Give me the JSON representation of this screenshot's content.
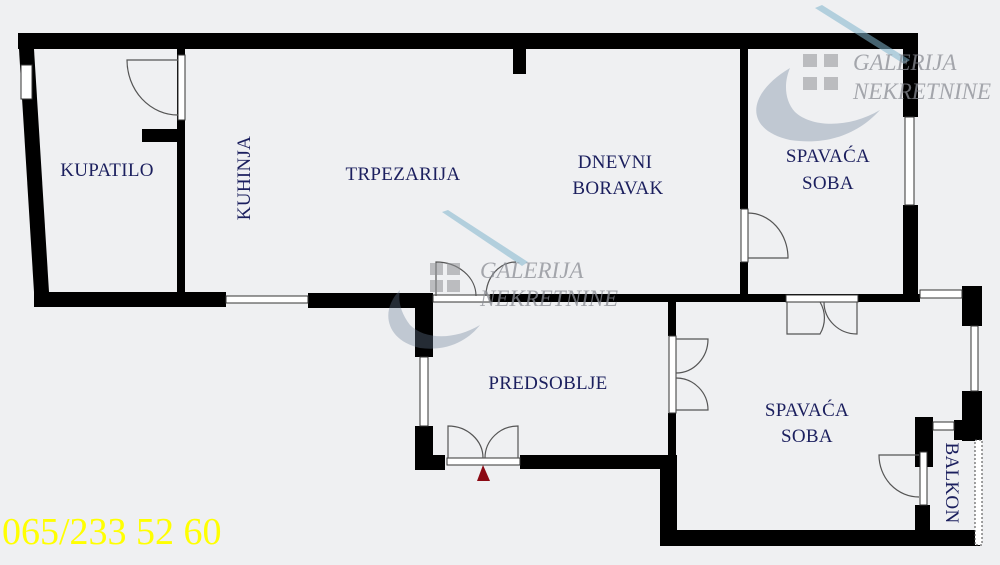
{
  "floor_plan": {
    "rooms": [
      {
        "id": "kupatilo",
        "label": "KUPATILO"
      },
      {
        "id": "kuhinja",
        "label": "KUHINJA"
      },
      {
        "id": "trpezarija",
        "label": "TRPEZARIJA"
      },
      {
        "id": "dnevni-boravak",
        "label_line1": "DNEVNI",
        "label_line2": "BORAVAK"
      },
      {
        "id": "spavaca-soba-1",
        "label_line1": "SPAVAĆA",
        "label_line2": "SOBA"
      },
      {
        "id": "predsoblje",
        "label": "PREDSOBLJE"
      },
      {
        "id": "spavaca-soba-2",
        "label_line1": "SPAVAĆA",
        "label_line2": "SOBA"
      },
      {
        "id": "balkon",
        "label": "BALKON"
      }
    ],
    "entrance_marker_color": "#8b0a14",
    "wall_color": "#000000",
    "label_color": "#1b1f5e"
  },
  "watermark": {
    "line1": "GALERIJA",
    "line2": "NEKRETNINE"
  },
  "contact": {
    "phone": "065/233 52 60",
    "color": "#ffff00"
  }
}
